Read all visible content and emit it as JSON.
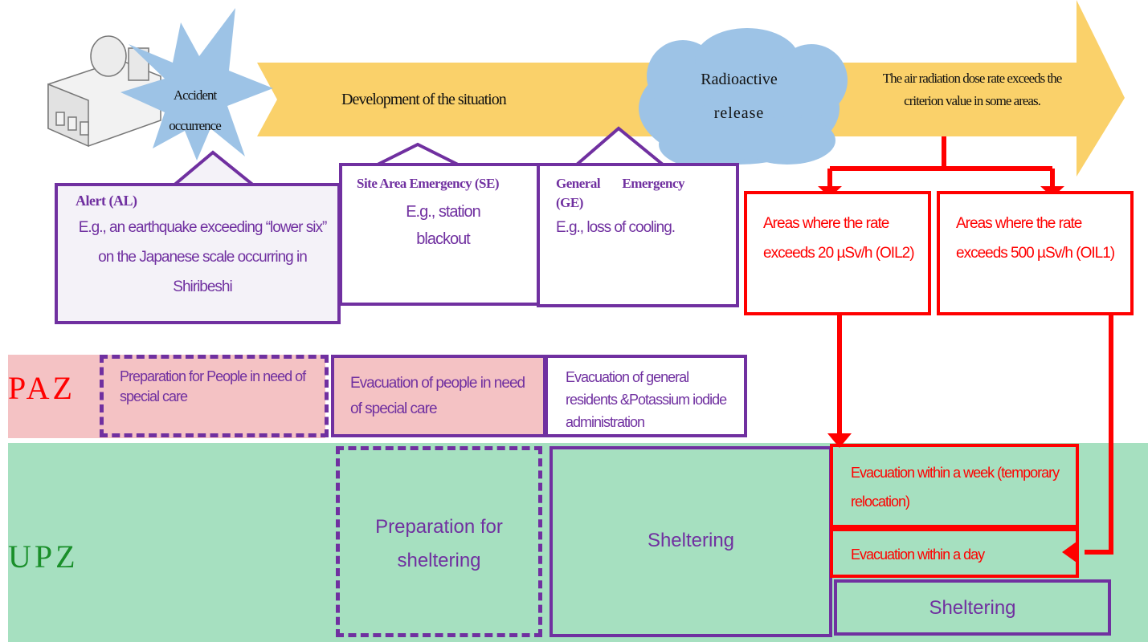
{
  "flow": {
    "accident": "Accident occurrence",
    "development": "Development of the situation",
    "release_line1": "Radioactive",
    "release_line2": "release",
    "criterion": "The air radiation dose rate exceeds the criterion value in some areas."
  },
  "emergency_levels": {
    "al_title": "Alert (AL)",
    "al_text": "E.g., an earthquake exceeding “lower six” on the Japanese scale occurring in Shiribeshi",
    "se_title": "Site Area Emergency (SE)",
    "se_text": "E.g., station blackout",
    "ge_title": "General Emergency (GE)",
    "ge_text": "E.g., loss of cooling."
  },
  "oil_areas": {
    "oil2": "Areas where the rate exceeds 20 µSv/h (OIL2)",
    "oil1": "Areas where the rate exceeds 500 µSv/h (OIL1)"
  },
  "zones": {
    "paz_label": "PAZ",
    "upz_label": "UPZ"
  },
  "paz_actions": {
    "prep_special_care": "Preparation for People in need of special care",
    "evac_special_care": "Evacuation of people in need of special care",
    "evac_general": "Evacuation of general residents &Potassium iodide administration"
  },
  "upz_actions": {
    "prep_sheltering": "Preparation for sheltering",
    "sheltering": "Sheltering",
    "evac_week": "Evacuation within a week (temporary relocation)",
    "evac_day": "Evacuation within a day",
    "sheltering_2": "Sheltering"
  },
  "colors": {
    "purple": "#7030a0",
    "red": "#ff0000",
    "paz_band": "#f4c2c4",
    "upz_band": "#a6e0c0",
    "arrow_yellow": "#fad16a",
    "blue_shape": "#9dc3e6"
  }
}
